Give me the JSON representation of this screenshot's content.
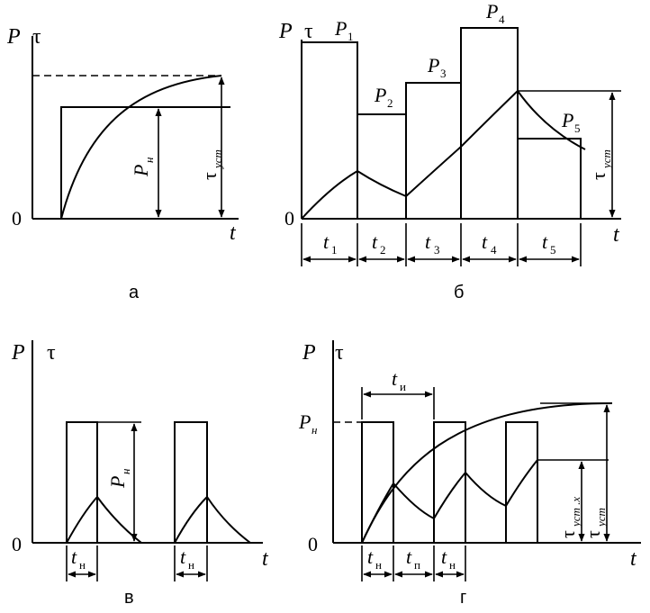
{
  "panels": {
    "a": {
      "caption": "а",
      "y_label_P": "P",
      "y_label_tau": "τ",
      "origin": "0",
      "x_label": "t",
      "p_label": "P",
      "p_sub": "н",
      "tau_label": "τ",
      "tau_sub": "уст"
    },
    "b": {
      "caption": "б",
      "y_label_P": "P",
      "y_label_tau": "τ",
      "origin": "0",
      "x_label": "t",
      "power_levels": [
        {
          "label": "P",
          "sub": "1"
        },
        {
          "label": "P",
          "sub": "2"
        },
        {
          "label": "P",
          "sub": "3"
        },
        {
          "label": "P",
          "sub": "4"
        },
        {
          "label": "P",
          "sub": "5"
        }
      ],
      "intervals": [
        {
          "label": "t",
          "sub": "1"
        },
        {
          "label": "t",
          "sub": "2"
        },
        {
          "label": "t",
          "sub": "3"
        },
        {
          "label": "t",
          "sub": "4"
        },
        {
          "label": "t",
          "sub": "5"
        }
      ],
      "tau_label": "τ",
      "tau_sub": "уст"
    },
    "v": {
      "caption": "в",
      "y_label_P": "P",
      "y_label_tau": "τ",
      "origin": "0",
      "x_label": "t",
      "p_label": "P",
      "p_sub": "н",
      "intervals": [
        {
          "label": "t",
          "sub": "н"
        },
        {
          "label": "t",
          "sub": "н"
        }
      ]
    },
    "g": {
      "caption": "г",
      "y_label_P": "P",
      "y_label_tau": "τ",
      "origin": "0",
      "x_label": "t",
      "p_axis_label": "P",
      "p_axis_sub": "н",
      "cycle_label": "t",
      "cycle_sub": "и",
      "intervals": [
        {
          "label": "t",
          "sub": "н"
        },
        {
          "label": "t",
          "sub": "п"
        },
        {
          "label": "t",
          "sub": "н"
        }
      ],
      "tau_x_label": "τ",
      "tau_x_sub": "уст .х",
      "tau_label": "τ",
      "tau_sub": "уст"
    }
  }
}
